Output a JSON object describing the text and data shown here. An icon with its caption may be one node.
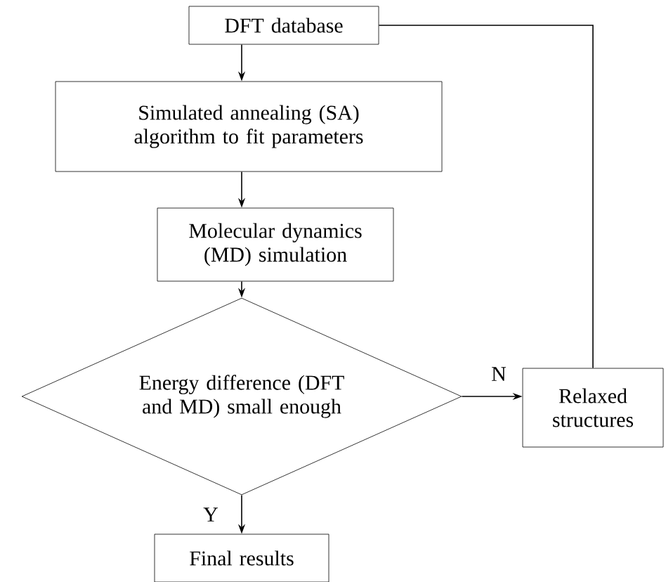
{
  "diagram": {
    "nodes": [
      {
        "text": [
          "DFT database"
        ]
      },
      {
        "text": [
          "Simulated annealing (SA) algorithm to fit parameters"
        ]
      },
      {
        "text": [
          "Molecular dynamics (MD) simulation"
        ]
      },
      {
        "text": [
          "Energy difference (DFT and MD) small enough"
        ]
      },
      {
        "text": [
          "Relaxed structures"
        ]
      },
      {
        "text": [
          "Final results"
        ]
      }
    ],
    "edges": [
      {
        "from": 0,
        "to": 1,
        "arrow": "to"
      },
      {
        "from": 1,
        "to": 2,
        "arrow": "to"
      },
      {
        "from": 2,
        "to": 3,
        "arrow": "to"
      },
      {
        "from": 3,
        "to": 4,
        "arrow": "to",
        "label": "N"
      },
      {
        "from": 4,
        "to": 0,
        "arrow": "none"
      },
      {
        "from": 3,
        "to": 5,
        "arrow": "to",
        "label": "Y"
      }
    ]
  }
}
